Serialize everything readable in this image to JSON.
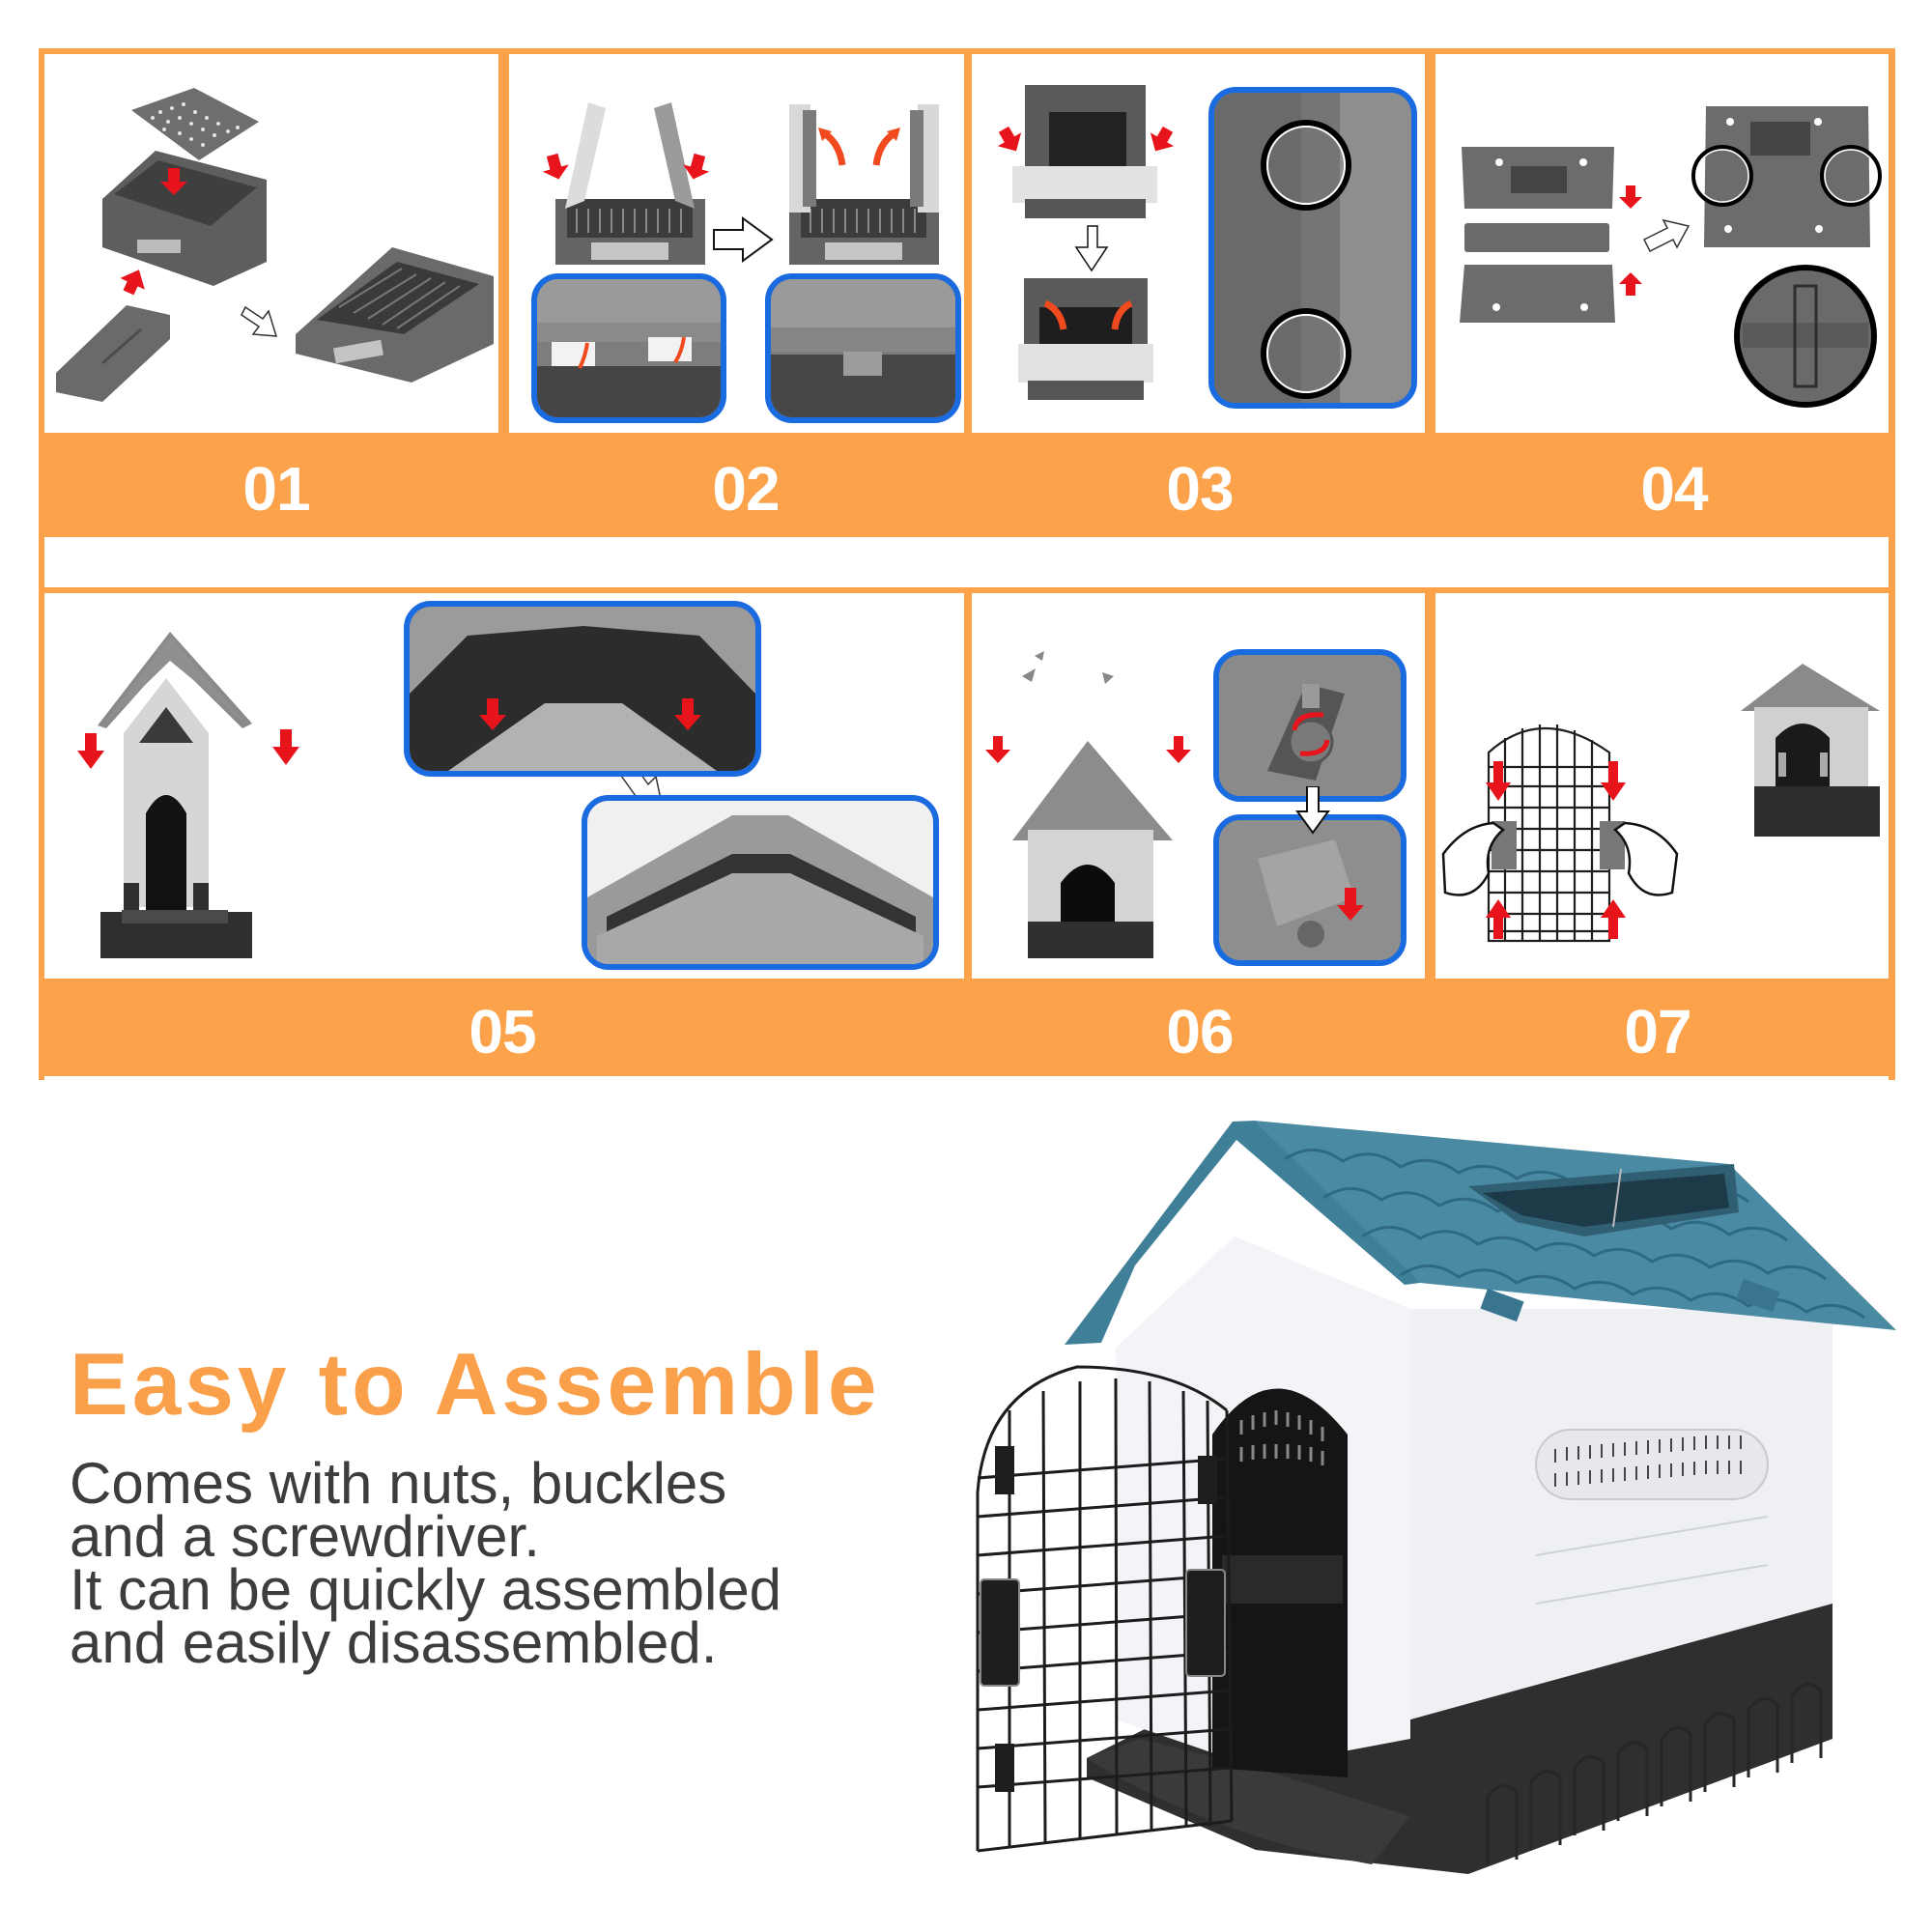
{
  "colors": {
    "accent_orange": "#FBA24A",
    "title_orange": "#FBA04A",
    "body_text": "#3d3d3d",
    "callout_blue": "#1a6ae0",
    "arrow_red": "#e8141b",
    "roof_blue": "#3f7f98",
    "base_dark": "#2f2f2f"
  },
  "steps": [
    {
      "number": "01",
      "illustration": "floor-tray-assembly",
      "icons": [
        "down-arrow-icon",
        "up-arrow-icon",
        "next-step-arrow-icon"
      ]
    },
    {
      "number": "02",
      "illustration": "side-walls-attach",
      "icons": [
        "down-arrow-icon",
        "curved-arrow-icon",
        "next-step-arrow-icon"
      ],
      "callouts": 2
    },
    {
      "number": "03",
      "illustration": "front-back-walls-fold",
      "icons": [
        "down-arrow-icon",
        "curved-arrow-icon",
        "next-step-arrow-icon",
        "highlight-circle-icon"
      ],
      "callouts": 1
    },
    {
      "number": "04",
      "illustration": "roof-panels-join",
      "icons": [
        "down-arrow-icon",
        "up-arrow-icon",
        "next-step-arrow-icon",
        "highlight-circle-icon",
        "magnifier-circle-icon"
      ]
    },
    {
      "number": "05",
      "illustration": "roof-placement",
      "icons": [
        "down-arrow-icon",
        "next-step-arrow-icon"
      ],
      "callouts": 2
    },
    {
      "number": "06",
      "illustration": "screw-fastening",
      "icons": [
        "down-arrow-icon",
        "rotate-arrows-icon",
        "next-step-arrow-icon"
      ],
      "callouts": 2
    },
    {
      "number": "07",
      "illustration": "door-attach",
      "icons": [
        "down-arrow-icon",
        "up-arrow-icon",
        "hands-icon"
      ]
    }
  ],
  "feature": {
    "title": "Easy to Assemble",
    "lines": [
      "Comes with nuts, buckles",
      "and a screwdriver.",
      "It can be quickly assembled",
      "and easily disassembled."
    ]
  },
  "product_image": "dog-house-with-open-wire-door"
}
